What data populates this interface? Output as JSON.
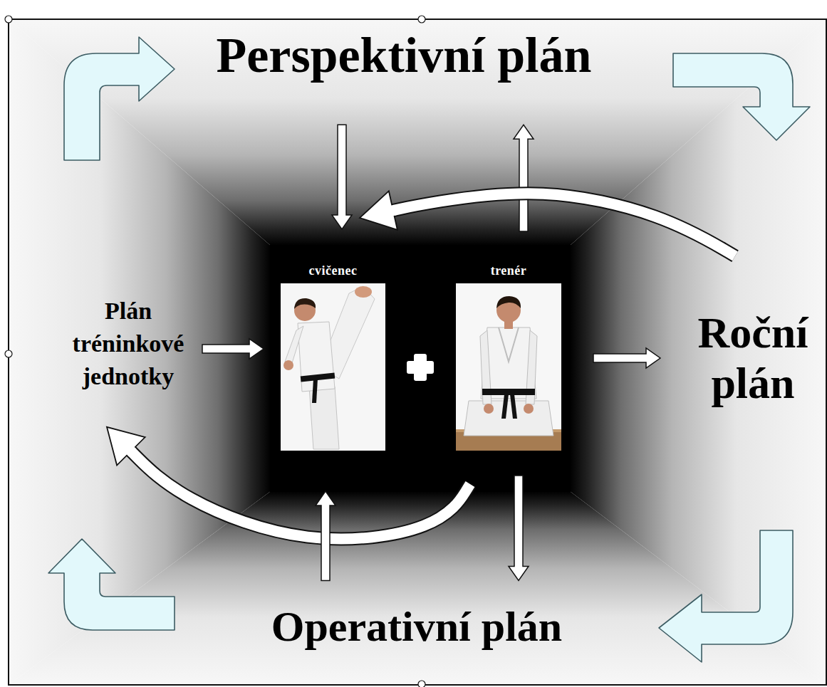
{
  "diagram": {
    "nodes": [
      {
        "text": [
          "Perspektivní plán"
        ]
      },
      {
        "text": [
          "Plán tréninkové jednotky"
        ]
      },
      {
        "text": [
          "cvičenec"
        ]
      },
      {
        "text": [
          "trenér"
        ]
      },
      {
        "text": [
          "Roční plán"
        ]
      },
      {
        "text": [
          "Operativní plán"
        ]
      }
    ],
    "edges": [
      {
        "from": 0,
        "to": 2,
        "arrow": "to"
      },
      {
        "from": 3,
        "to": 0,
        "arrow": "to"
      },
      {
        "from": 4,
        "to": 2,
        "arrow": "to"
      },
      {
        "from": 1,
        "to": 2,
        "arrow": "to"
      },
      {
        "from": 3,
        "to": 4,
        "arrow": "to"
      },
      {
        "from": 3,
        "to": 1,
        "arrow": "to"
      },
      {
        "from": 5,
        "to": 2,
        "arrow": "to"
      },
      {
        "from": 3,
        "to": 5,
        "arrow": "to"
      }
    ]
  }
}
